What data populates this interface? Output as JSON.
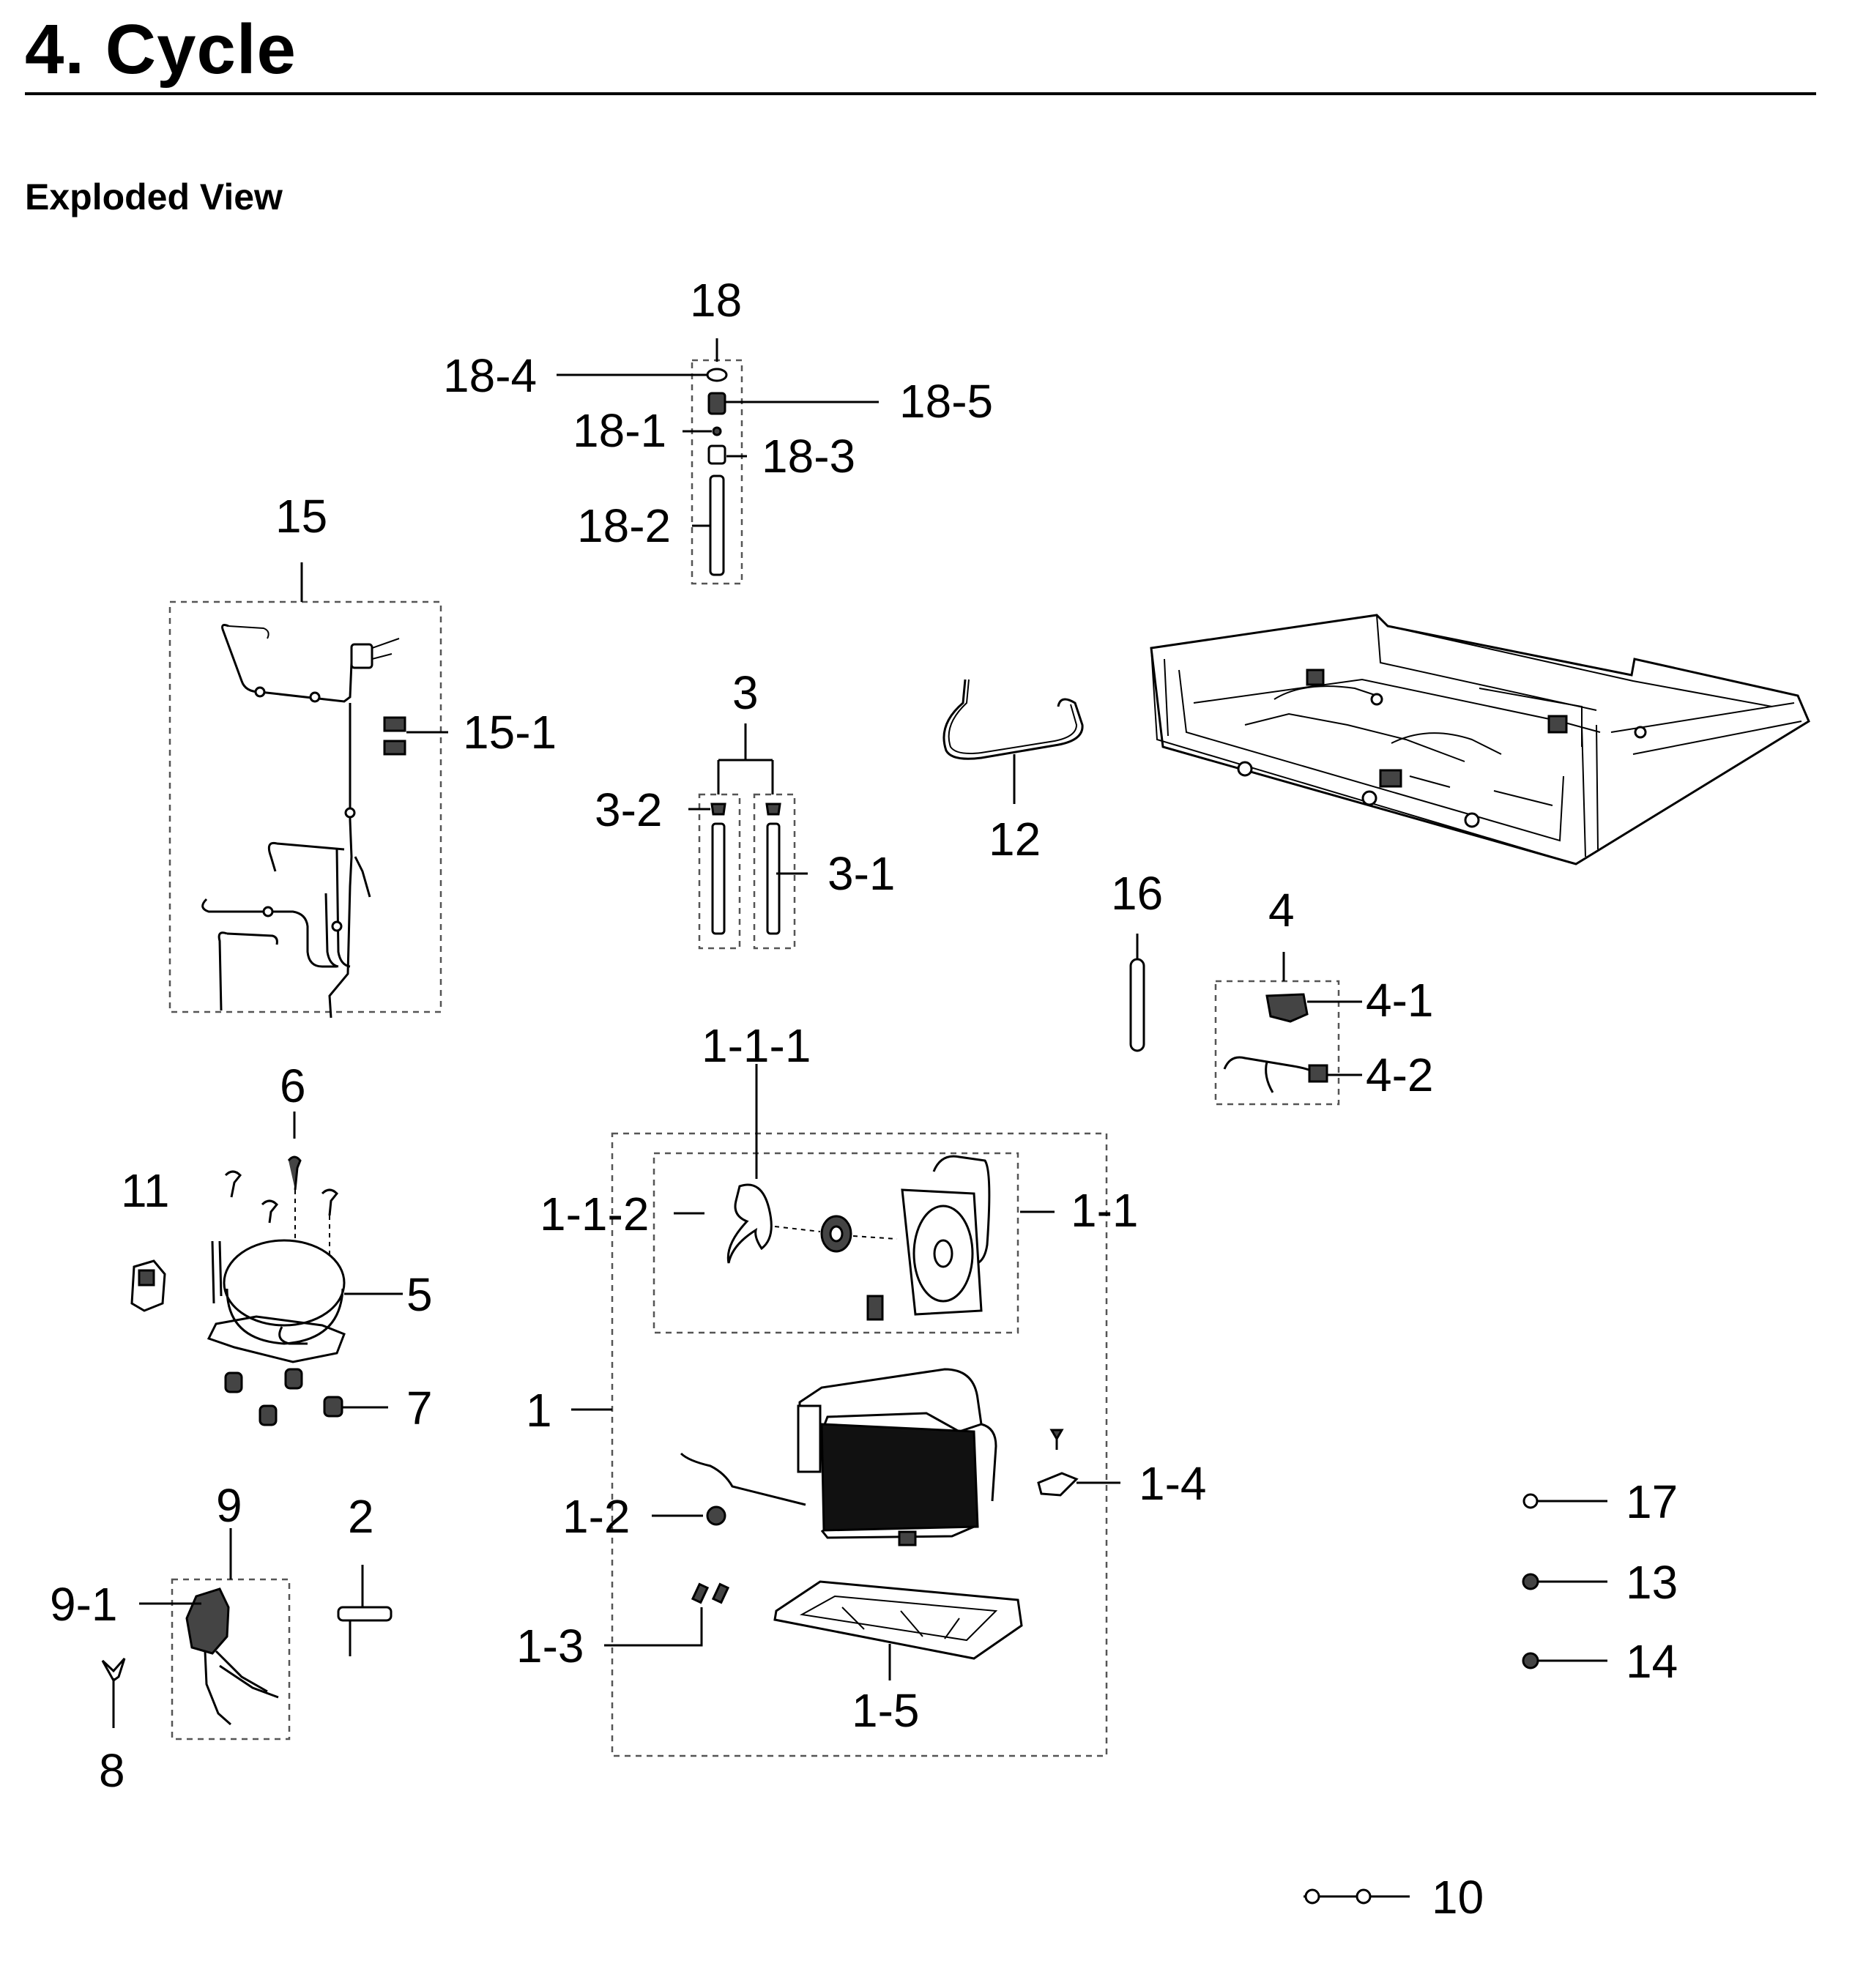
{
  "header": {
    "title": "4.  Cycle",
    "section": "Exploded View"
  },
  "labels": {
    "p18": "18",
    "p18_4": "18-4",
    "p18_5": "18-5",
    "p18_1": "18-1",
    "p18_3": "18-3",
    "p18_2": "18-2",
    "p15": "15",
    "p15_1": "15-1",
    "p3": "3",
    "p3_2": "3-2",
    "p3_1": "3-1",
    "p12": "12",
    "p16": "16",
    "p4": "4",
    "p4_1": "4-1",
    "p4_2": "4-2",
    "p1_1_1": "1-1-1",
    "p1_1_2": "1-1-2",
    "p1_1": "1-1",
    "p6": "6",
    "p11": "11",
    "p5": "5",
    "p7": "7",
    "p1": "1",
    "p1_4": "1-4",
    "p1_2": "1-2",
    "p9": "9",
    "p2": "2",
    "p9_1": "9-1",
    "p1_3": "1-3",
    "p1_5": "1-5",
    "p8": "8",
    "p17": "17",
    "p13": "13",
    "p14": "14",
    "p10": "10"
  }
}
